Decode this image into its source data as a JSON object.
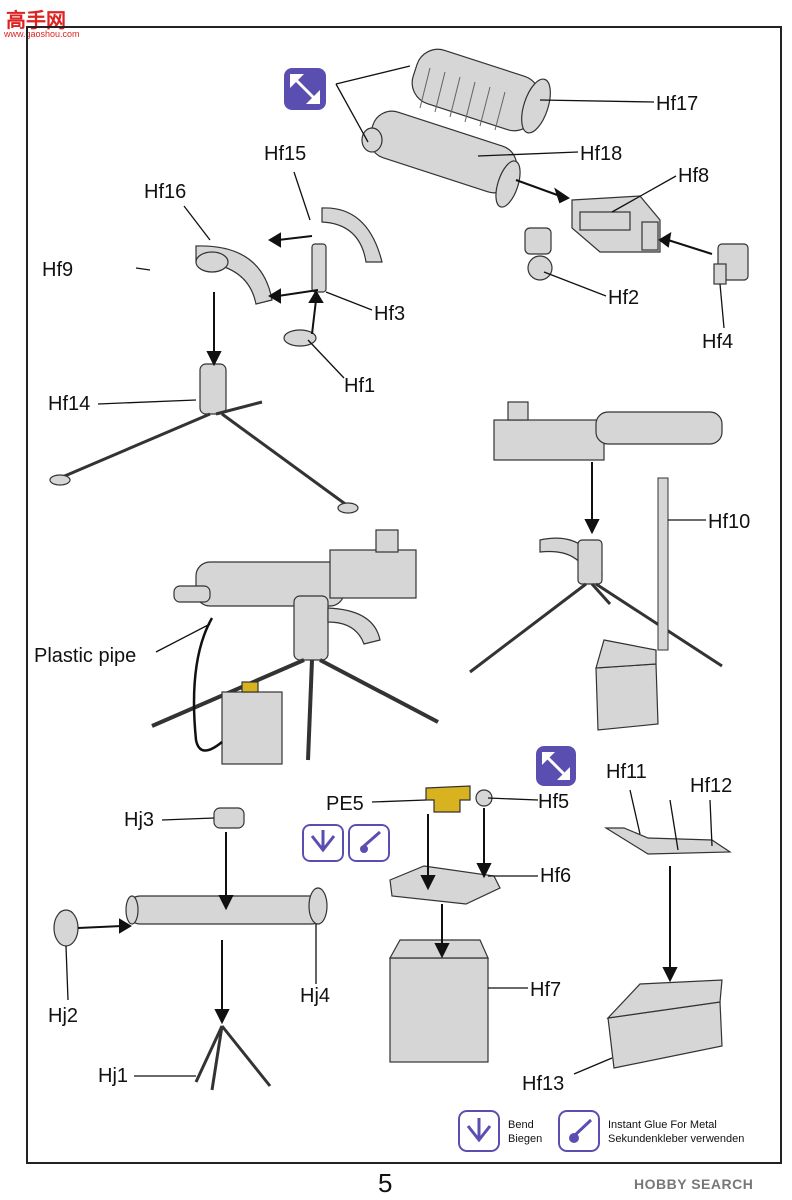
{
  "watermark": {
    "logo": "高手网",
    "url": "www.gaoshou.com"
  },
  "labels": {
    "hf17": "Hf17",
    "hf18": "Hf18",
    "hf8": "Hf8",
    "hf15": "Hf15",
    "hf16": "Hf16",
    "hf9": "Hf9",
    "hf3": "Hf3",
    "hf2": "Hf2",
    "hf4": "Hf4",
    "hf1": "Hf1",
    "hf14": "Hf14",
    "hf10": "Hf10",
    "plastic_pipe": "Plastic pipe",
    "hf11": "Hf11",
    "hf12": "Hf12",
    "pe5": "PE5",
    "hf5": "Hf5",
    "hj3": "Hj3",
    "hf6": "Hf6",
    "hf7": "Hf7",
    "hj2": "Hj2",
    "hj4": "Hj4",
    "hj1": "Hj1",
    "hf13": "Hf13"
  },
  "legend": {
    "bend_en": "Bend",
    "bend_de": "Biegen",
    "glue_en": "Instant Glue For Metal",
    "glue_de": "Sekundenkleber verwenden"
  },
  "footer": {
    "page_number": "5",
    "brand": "HOBBY SEARCH"
  },
  "colors": {
    "accent_blue": "#5a4fb0",
    "part_grey": "#cfcfcf",
    "brass": "#d9b21f"
  }
}
